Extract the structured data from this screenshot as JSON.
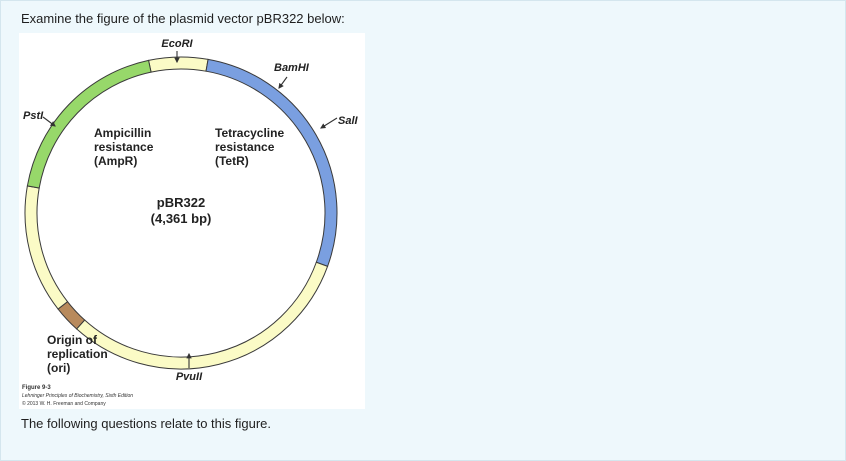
{
  "question": {
    "intro_text": "Examine the figure of the plasmid vector pBR322 below:",
    "outro_text": "The following questions relate to this figure."
  },
  "figure": {
    "plasmid_name": "pBR322",
    "plasmid_size": "(4,361 bp)",
    "restriction_sites": {
      "ecori": "EcoRI",
      "bamhi": "BamHI",
      "sali": "SalI",
      "pstI": "PstI",
      "pvuii": "PvuII"
    },
    "regions": {
      "amp": {
        "line1": "Ampicillin",
        "line2": "resistance",
        "line3": "(AmpR)"
      },
      "tet": {
        "line1": "Tetracycline",
        "line2": "resistance",
        "line3": "(TetR)"
      },
      "ori": {
        "line1": "Origin of",
        "line2": "replication",
        "line3": "(ori)"
      }
    },
    "caption": {
      "label": "Figure 9-3",
      "source": "Lehninger Principles of Biochemistry, Sixth Edition",
      "copyright": "© 2013 W. H. Freeman and Company"
    },
    "colors": {
      "amp_green": "#97d86a",
      "tet_blue": "#7a9fe0",
      "ori_brown": "#b88a5c",
      "backbone_yellow": "#fbfbc6",
      "outline": "#3a3a3a"
    }
  }
}
